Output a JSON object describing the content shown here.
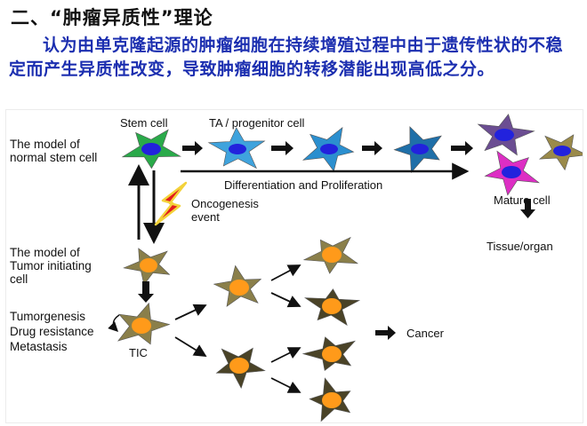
{
  "slide": {
    "heading": "二、“肿瘤异质性”理论",
    "paragraph": "认为由单克隆起源的肿瘤细胞在持续增殖过程中由于遗传性状的不稳定而产生异质性改变，导致肿瘤细胞的转移潜能出现高低之分。"
  },
  "diagram": {
    "label_normal_model_1": "The model of",
    "label_normal_model_2": "normal stem cell",
    "label_stem_cell": "Stem cell",
    "label_progenitor": "TA / progenitor cell",
    "label_differentiation": "Differentiation and Proliferation",
    "label_mature": "Mature cell",
    "label_tissue": "Tissue/organ",
    "label_oncogenesis_1": "Oncogenesis",
    "label_oncogenesis_2": "event",
    "label_tumor_model_1": "The model of",
    "label_tumor_model_2": "Tumor initiating",
    "label_tumor_model_3": "cell",
    "label_tumorgenesis": "Tumorgenesis",
    "label_drug": "Drug resistance",
    "label_metastasis": "Metastasis",
    "label_tic": "TIC",
    "label_cancer": "Cancer",
    "colors": {
      "stem_cell": "#2aaa4a",
      "progenitor_1": "#3fa3dd",
      "progenitor_2": "#2b8fcf",
      "progenitor_3": "#1f6fa8",
      "progenitor_4": "#243e6a",
      "mature_purple": "#6b4d92",
      "mature_magenta": "#dd2ec4",
      "mature_olive": "#9a8a4a",
      "nucleus_blue": "#2222dd",
      "tumor_cell": "#8a7f4a",
      "tumor_dark": "#4a4327",
      "nucleus_orange": "#ff9a1a",
      "lightning": "#e31b1b"
    }
  }
}
